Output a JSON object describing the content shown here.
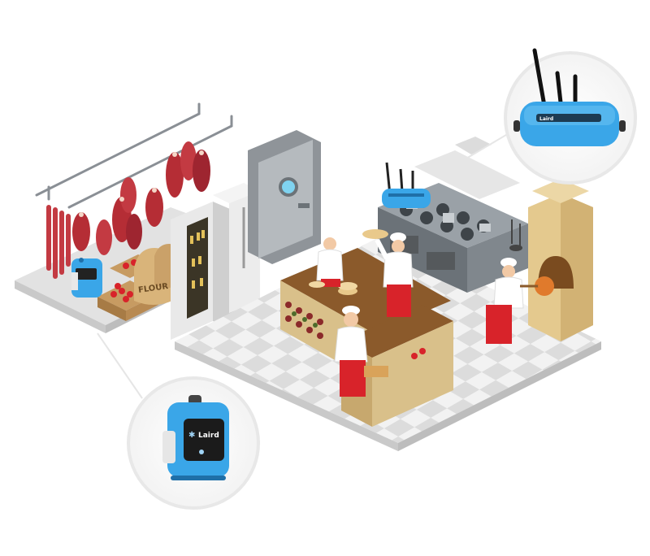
{
  "labels": {
    "flour_sack": "FLOUR",
    "sensor_brand": "Laird",
    "gateway_brand": "Laird"
  },
  "colors": {
    "device_blue": "#3aa6e8",
    "device_dark": "#1f6fa8",
    "meat_red": "#b52d35",
    "chef_red": "#d8232a",
    "counter_wood": "#8b5a2b",
    "counter_front": "#d9c08a",
    "floor_light": "#efefef",
    "floor_dark": "#d7d7d7"
  },
  "icons": {
    "sensor": "temperature-sensor-icon",
    "gateway": "wifi-gateway-icon",
    "bluetooth": "bluetooth-icon"
  }
}
